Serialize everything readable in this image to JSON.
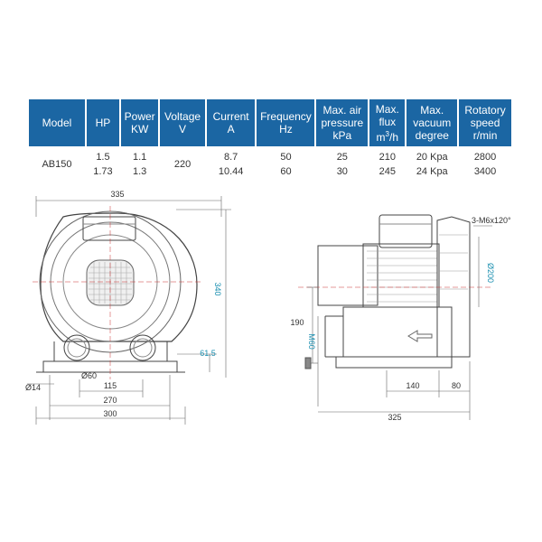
{
  "table": {
    "headers": [
      [
        "Model"
      ],
      [
        "HP"
      ],
      [
        "Power",
        "KW"
      ],
      [
        "Voltage",
        "V"
      ],
      [
        "Current",
        "A"
      ],
      [
        "Frequency",
        "Hz"
      ],
      [
        "Max. air",
        "pressure",
        "kPa"
      ],
      [
        "Max.",
        "flux",
        "m3/h"
      ],
      [
        "Max.",
        "vacuum",
        "degree"
      ],
      [
        "Rotatory",
        "speed",
        "r/min"
      ]
    ],
    "model": "AB150",
    "voltage": "220",
    "rows": [
      [
        "1.5",
        "1.1",
        "8.7",
        "50",
        "25",
        "210",
        "20 Kpa",
        "2800"
      ],
      [
        "1.73",
        "1.3",
        "10.44",
        "60",
        "30",
        "245",
        "24 Kpa",
        "3400"
      ]
    ]
  },
  "front_view": {
    "dims": {
      "width_top": "335",
      "height": "340",
      "outlet_height": "61.5",
      "port_dia": "Ø60",
      "hole_dia": "Ø14",
      "port_spacing": "115",
      "base_holes": "270",
      "base_width": "300"
    }
  },
  "side_view": {
    "dims": {
      "bolt_holes": "3-M6x120°",
      "flange_dia": "Ø200",
      "axis_height": "190",
      "port_thread": "M60",
      "foot_spacing": "140",
      "foot_offset": "80",
      "total_length": "325"
    }
  }
}
